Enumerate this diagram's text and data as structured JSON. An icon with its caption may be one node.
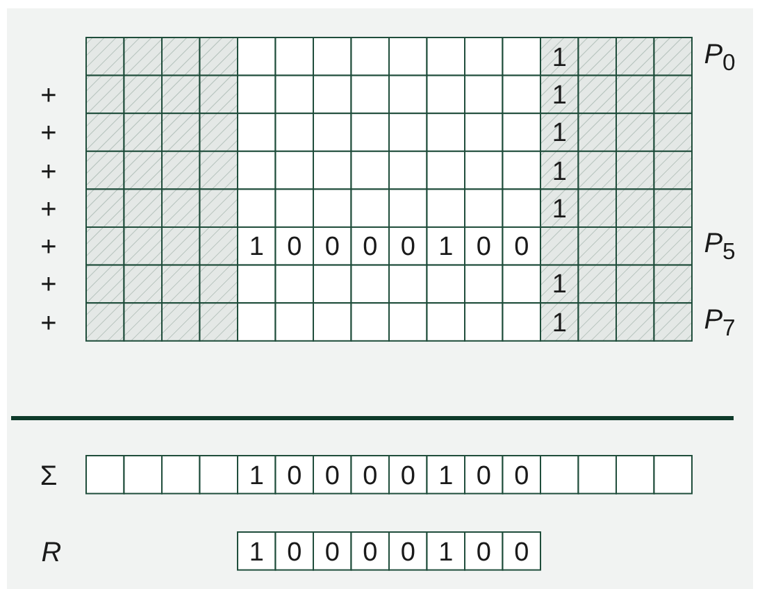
{
  "diagram": {
    "labels": [
      "1",
      "*P*$_{0}$",
      "+",
      "1",
      "+",
      "1",
      "+",
      "1",
      "+",
      "1",
      "+",
      "1",
      "0",
      "0",
      "0",
      "0",
      "1",
      "0",
      "0",
      "*P*$_{5}$",
      "+",
      "1",
      "+",
      "1",
      "*P*$_{7}$",
      "Σ",
      "1",
      "0",
      "0",
      "0",
      "0",
      "1",
      "0",
      "0",
      "R",
      "1",
      "0",
      "0",
      "0",
      "0",
      "1",
      "0",
      "0"
    ]
  }
}
